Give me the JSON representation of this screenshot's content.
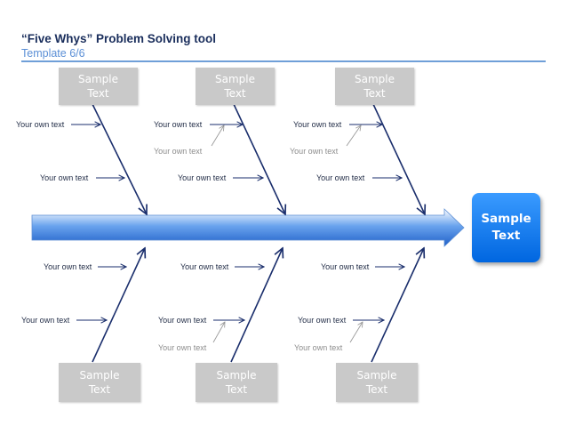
{
  "header": {
    "title": "“Five Whys” Problem Solving tool",
    "subtitle": "Template 6/6"
  },
  "effect": {
    "label": "Sample Text"
  },
  "categories": {
    "top": [
      "Sample Text",
      "Sample Text",
      "Sample Text"
    ],
    "bottom": [
      "Sample Text",
      "Sample Text",
      "Sample Text"
    ]
  },
  "causes": {
    "top_1": "Your own text",
    "top_2": "Your own text",
    "top_3": "Your own text",
    "top_sub_2": "Your own text",
    "top_sub_3": "Your own text",
    "top_lower_1": "Your own text",
    "top_lower_2": "Your own text",
    "top_lower_3": "Your own text",
    "bottom_upper_1": "Your own text",
    "bottom_upper_2": "Your own text",
    "bottom_upper_3": "Your own text",
    "bottom_1": "Your own text",
    "bottom_2": "Your own text",
    "bottom_3": "Your own text",
    "bottom_sub_2": "Your own text",
    "bottom_sub_3": "Your own text"
  },
  "colors": {
    "spine": "#2a6fd9",
    "bone": "#1a2e6c",
    "effect": "#1a7af0",
    "category": "#c9c9c9"
  }
}
